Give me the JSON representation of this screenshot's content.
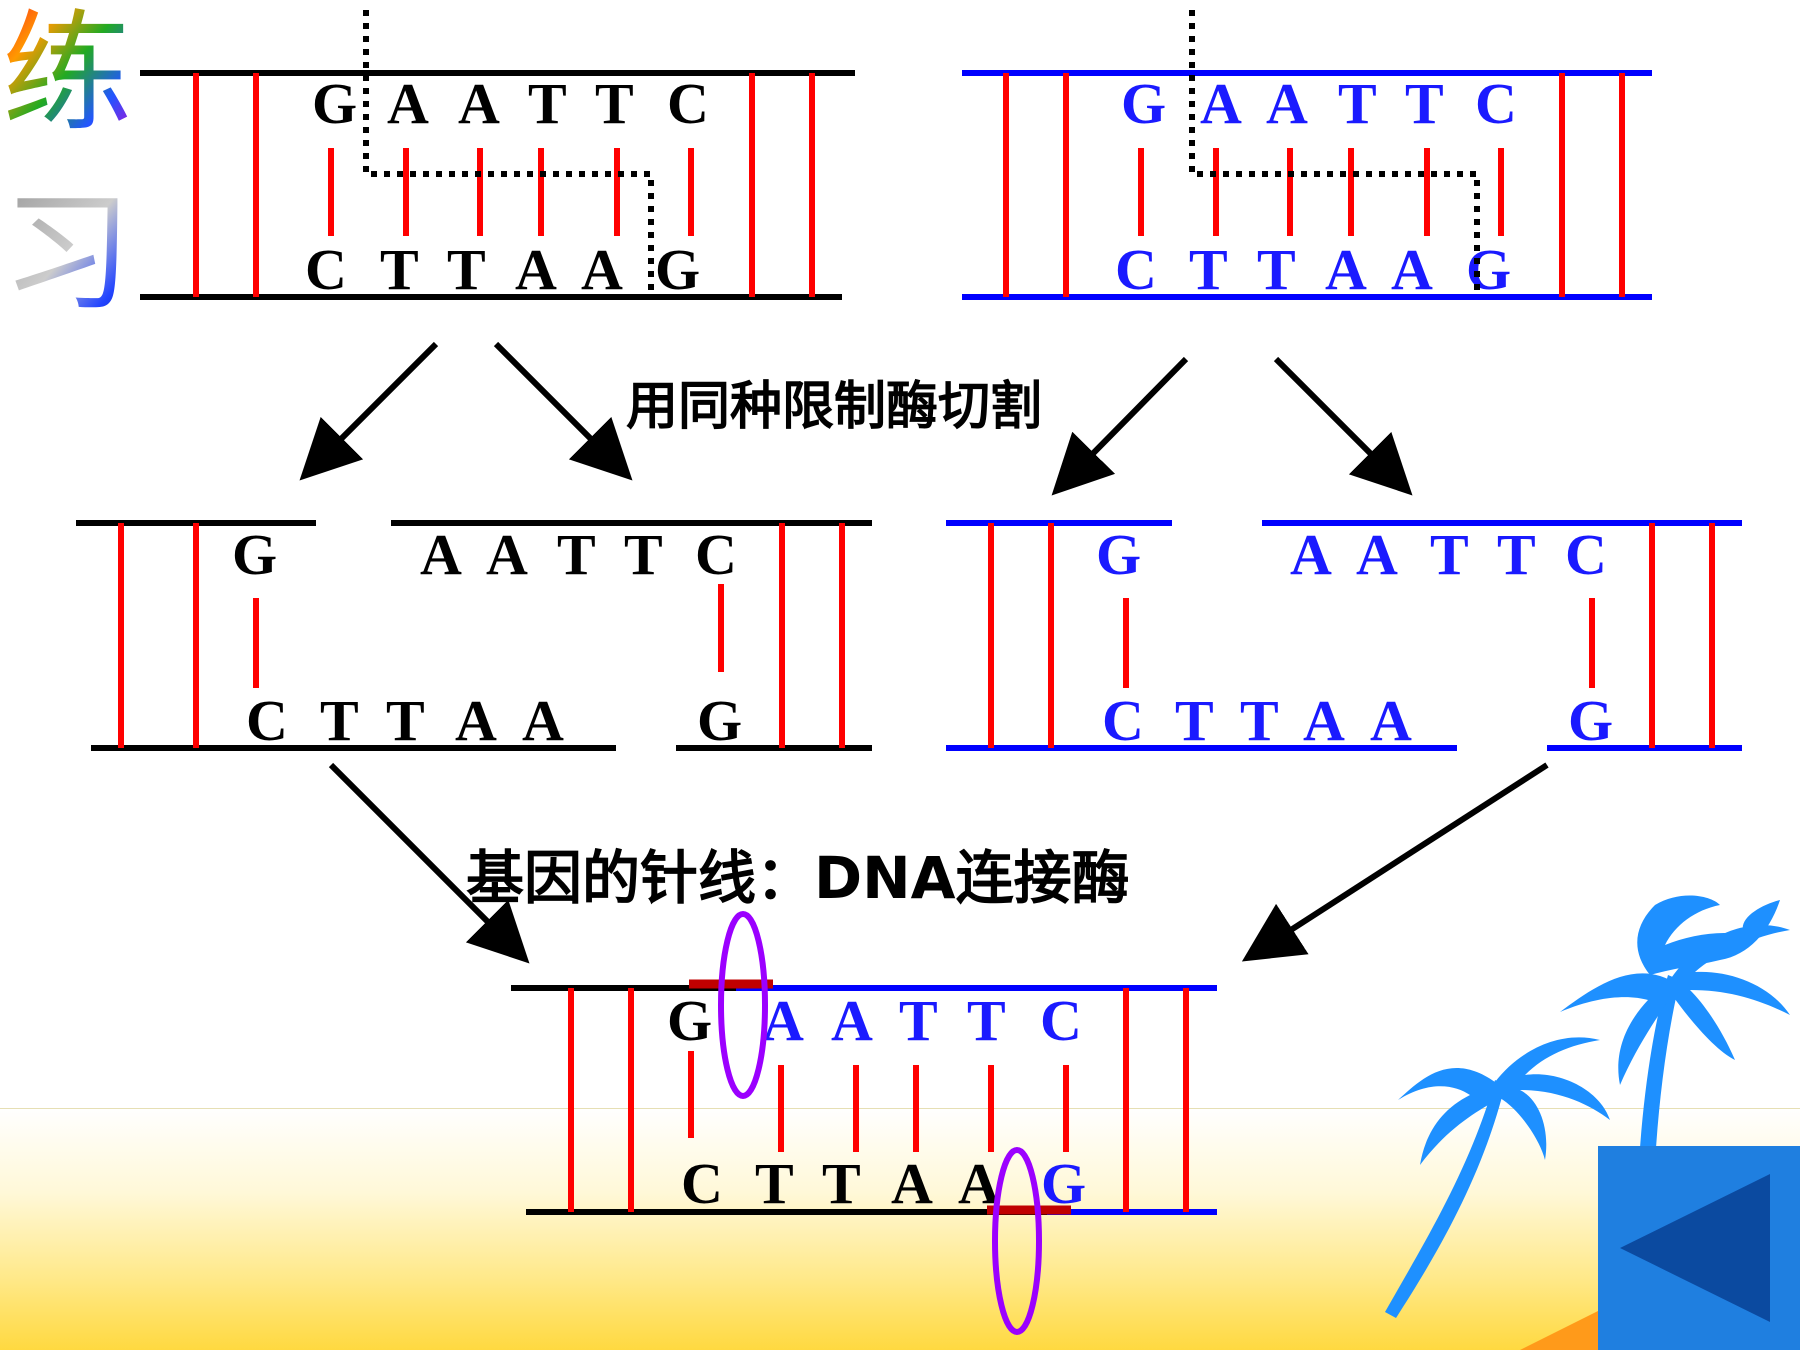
{
  "slide_label": [
    "练",
    "习"
  ],
  "caption_cut": "用同种限制酶切割",
  "caption_ligase": "基因的针线：DNA连接酶",
  "top_left": {
    "top": [
      "G",
      "A",
      "A",
      "T",
      "T",
      "C"
    ],
    "bottom": [
      "C",
      "T",
      "T",
      "A",
      "A",
      "G"
    ]
  },
  "top_right": {
    "top": [
      "G",
      "A",
      "A",
      "T",
      "T",
      "C"
    ],
    "bottom": [
      "C",
      "T",
      "T",
      "A",
      "A",
      "G"
    ]
  },
  "mid_left": {
    "top_left": "G",
    "top_right": [
      "A",
      "A",
      "T",
      "T",
      "C"
    ],
    "bottom_left": [
      "C",
      "T",
      "T",
      "A",
      "A"
    ],
    "bottom_right": "G"
  },
  "mid_right": {
    "top_left": "G",
    "top_right": [
      "A",
      "A",
      "T",
      "T",
      "C"
    ],
    "bottom_left": [
      "C",
      "T",
      "T",
      "A",
      "A"
    ],
    "bottom_right": "G"
  },
  "result": {
    "top": [
      "G",
      "A",
      "A",
      "T",
      "T",
      "C"
    ],
    "bottom": [
      "C",
      "T",
      "T",
      "A",
      "A",
      "G"
    ]
  },
  "colors": {
    "black_strand": "#000000",
    "blue_strand": "#0000ff",
    "bond": "#ff0000",
    "ligation_mark": "#c00000",
    "circle": "#9b00ff",
    "palm": "#1e90ff"
  },
  "icons": {
    "back": "back-triangle-icon",
    "decoration": "palm-tree-icon"
  }
}
